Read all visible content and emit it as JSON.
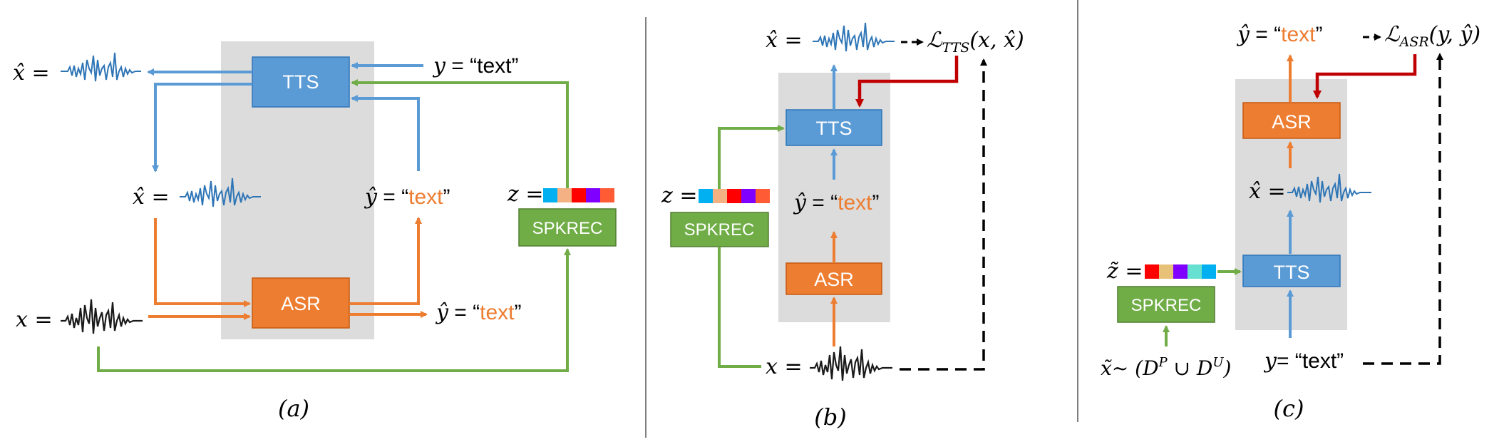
{
  "colors": {
    "blue": "#5B9BD5",
    "blue_dark": "#2E75B6",
    "orange": "#ED7D31",
    "green": "#70AD47",
    "green_dark": "#507E32",
    "red": "#C00000",
    "gray": "#DCDCDC",
    "wave_blue": "#2E75B6",
    "wave_black": "#1A1A1A",
    "embed_a": [
      "#00B0F0",
      "#F4B183",
      "#FF0000",
      "#7F00FF",
      "#FF5B35"
    ],
    "embed_c": [
      "#FF0000",
      "#E7C178",
      "#7F00FF",
      "#66E0D0",
      "#00B0F0"
    ]
  },
  "panel_a": {
    "caption": "(a)",
    "tts_label": "TTS",
    "asr_label": "ASR",
    "spkrec_label": "SPKREC",
    "x_hat_top": "x̂ =",
    "x_hat_mid": "x̂ =",
    "x_label": "x =",
    "y_input_var": "y",
    "y_input_eq": " = “",
    "y_input_word": "text",
    "y_input_close": "”",
    "y_hat_mid_var": "ŷ",
    "y_hat_mid_eq": " = “",
    "y_hat_mid_word": "text",
    "y_hat_mid_close": "”",
    "y_hat_bot_var": "ŷ",
    "y_hat_bot_eq": " = “",
    "y_hat_bot_word": "text",
    "y_hat_bot_close": "”",
    "z_label": "z ="
  },
  "panel_b": {
    "caption": "(b)",
    "tts_label": "TTS",
    "asr_label": "ASR",
    "spkrec_label": "SPKREC",
    "x_hat_label": "x̂ =",
    "loss_label": "ℒ",
    "loss_sub": "TTS",
    "loss_args": "(x, x̂)",
    "y_hat_var": "ŷ",
    "y_hat_eq": " = “",
    "y_hat_word": "text",
    "y_hat_close": "”",
    "z_label": "z =",
    "x_label": "x ="
  },
  "panel_c": {
    "caption": "(c)",
    "tts_label": "TTS",
    "asr_label": "ASR",
    "spkrec_label": "SPKREC",
    "y_hat_var": "ŷ",
    "y_hat_eq": " = “",
    "y_hat_word": "text",
    "y_hat_close": "”",
    "loss_label": "ℒ",
    "loss_sub": "ASR",
    "loss_args": "(y, ŷ)",
    "x_hat_label": "x̂ =",
    "z_tilde_label": "z̃ =",
    "x_tilde_label": "x̃~ (D",
    "x_tilde_sup1": "P",
    "x_tilde_union": " ∪ D",
    "x_tilde_sup2": "U",
    "x_tilde_close": ")",
    "y_var": "y",
    "y_eq": "= “",
    "y_word": "text",
    "y_close": "”"
  }
}
